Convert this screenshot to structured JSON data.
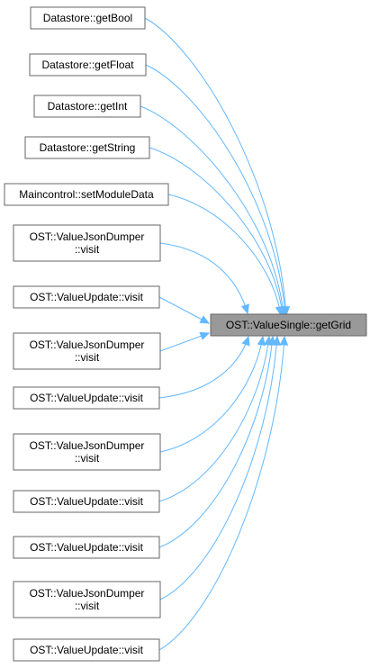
{
  "graph": {
    "target": {
      "label": "OST::ValueSingle::getGrid"
    },
    "callers": [
      {
        "lines": [
          "Datastore::getBool"
        ]
      },
      {
        "lines": [
          "Datastore::getFloat"
        ]
      },
      {
        "lines": [
          "Datastore::getInt"
        ]
      },
      {
        "lines": [
          "Datastore::getString"
        ]
      },
      {
        "lines": [
          "Maincontrol::setModuleData"
        ]
      },
      {
        "lines": [
          "OST::ValueJsonDumper",
          "::visit"
        ]
      },
      {
        "lines": [
          "OST::ValueUpdate::visit"
        ]
      },
      {
        "lines": [
          "OST::ValueJsonDumper",
          "::visit"
        ]
      },
      {
        "lines": [
          "OST::ValueUpdate::visit"
        ]
      },
      {
        "lines": [
          "OST::ValueJsonDumper",
          "::visit"
        ]
      },
      {
        "lines": [
          "OST::ValueUpdate::visit"
        ]
      },
      {
        "lines": [
          "OST::ValueUpdate::visit"
        ]
      },
      {
        "lines": [
          "OST::ValueJsonDumper",
          "::visit"
        ]
      },
      {
        "lines": [
          "OST::ValueUpdate::visit"
        ]
      }
    ],
    "colors": {
      "edge": "#63b8ff",
      "node_border": "#666666",
      "node_fill": "#ffffff",
      "target_fill": "#999999",
      "text": "#000000"
    }
  }
}
